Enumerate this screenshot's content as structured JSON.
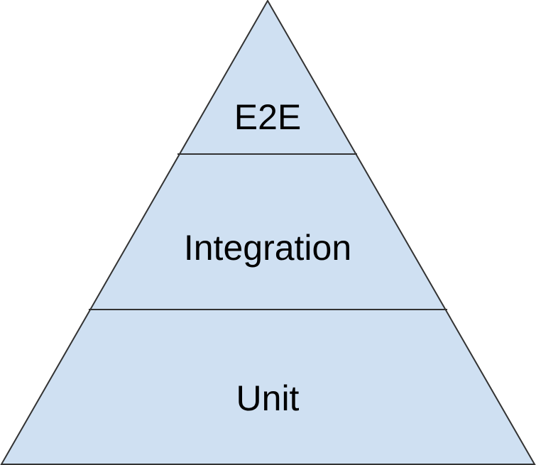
{
  "pyramid": {
    "fill_color": "#cfe0f2",
    "stroke_color": "#333333",
    "tiers": [
      {
        "label": "E2E"
      },
      {
        "label": "Integration"
      },
      {
        "label": "Unit"
      }
    ]
  }
}
